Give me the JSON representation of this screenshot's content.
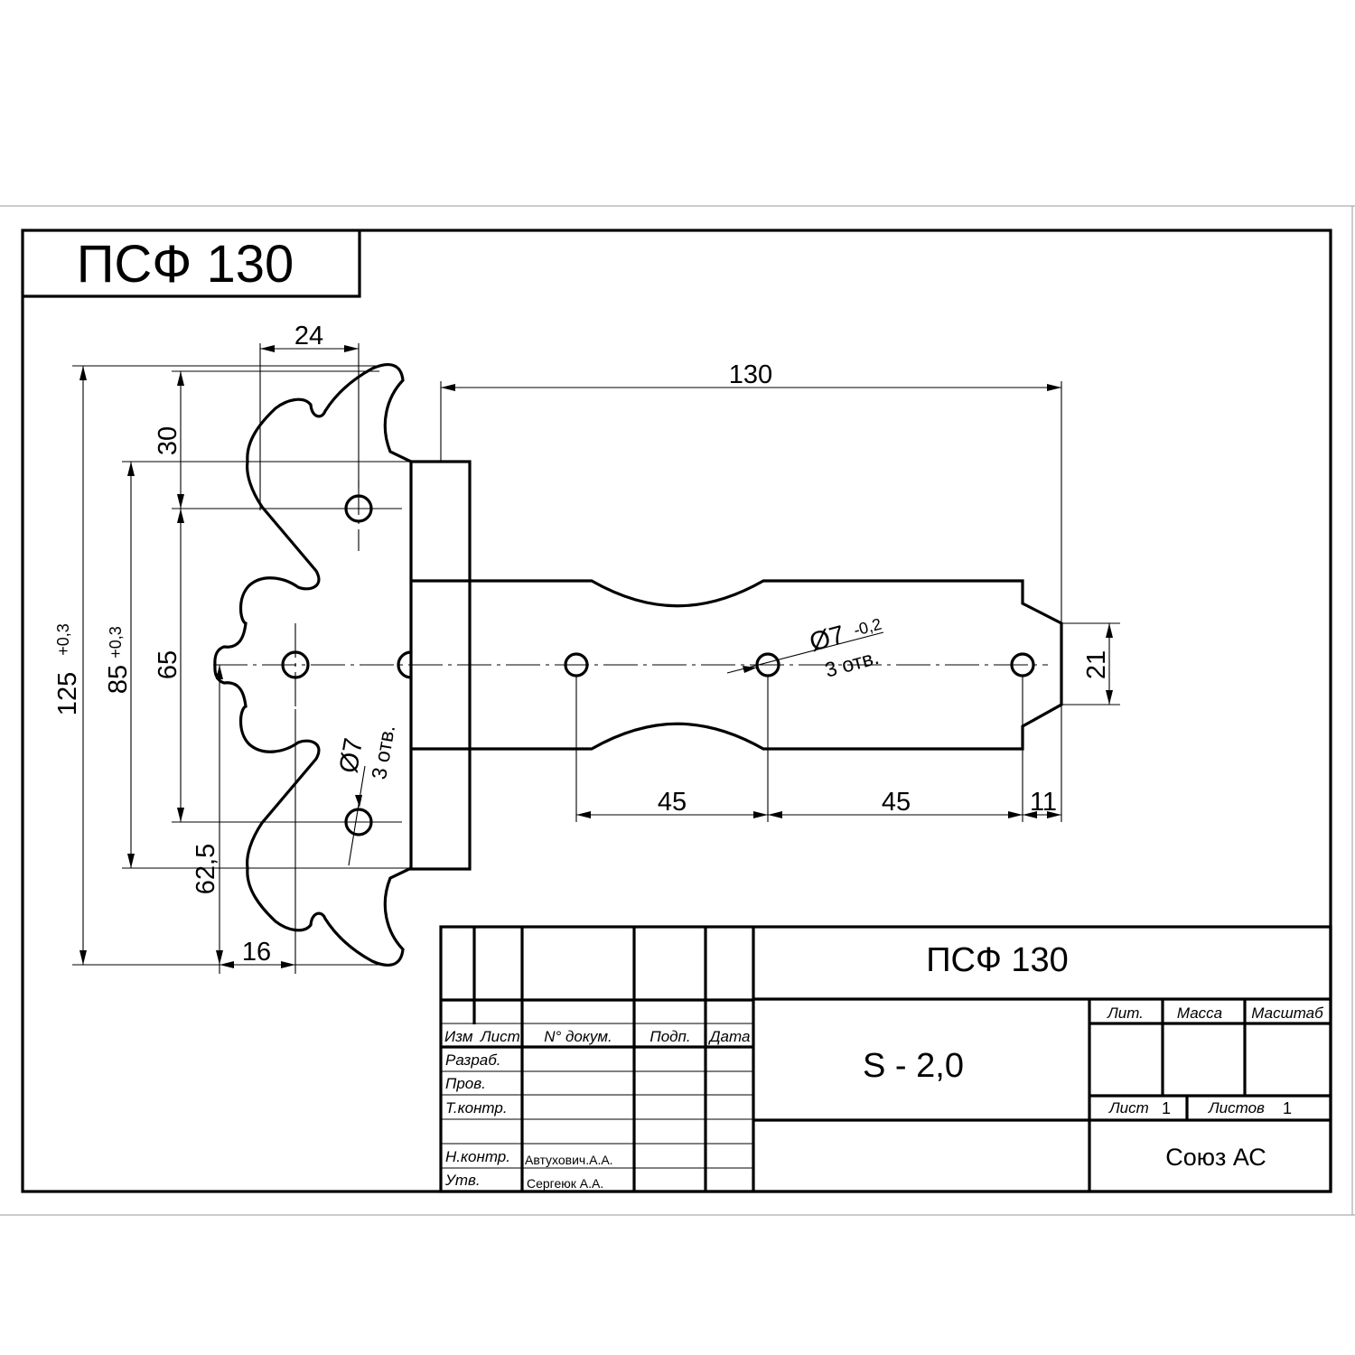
{
  "title_tab": "ПСФ 130",
  "dims": {
    "d24": "24",
    "d130": "130",
    "d30": "30",
    "d125": "125",
    "d125_tol": "+0,3",
    "d85": "85",
    "d85_tol": "+0,3",
    "d65": "65",
    "d62_5": "62,5",
    "d16": "16",
    "d45_a": "45",
    "d45_b": "45",
    "d11": "11",
    "d21": "21",
    "hole_right_dia": "Ø7",
    "hole_right_tol": "-0,2",
    "hole_right_count": "3 отв.",
    "hole_left_dia": "Ø7",
    "hole_left_count": "3 отв."
  },
  "title_block": {
    "designation": "ПСФ 130",
    "material": "S - 2,0",
    "organization": "Союз АС",
    "col_izm": "Изм",
    "col_list": "Лист",
    "col_doc": "N° докум.",
    "col_sign": "Подп.",
    "col_date": "Дата",
    "row_razrab": "Разраб.",
    "row_prov": "Пров.",
    "row_tkontr": "Т.контр.",
    "row_nkontr": "Н.контр.",
    "row_utv": "Утв.",
    "name_nkontr": "Автухович.А.А.",
    "name_utv": "Сергеюк А.А.",
    "lit": "Лит.",
    "mass": "Масса",
    "scale": "Масштаб",
    "sheet_label": "Лист",
    "sheet_value": "1",
    "sheets_label": "Листов",
    "sheets_value": "1"
  }
}
